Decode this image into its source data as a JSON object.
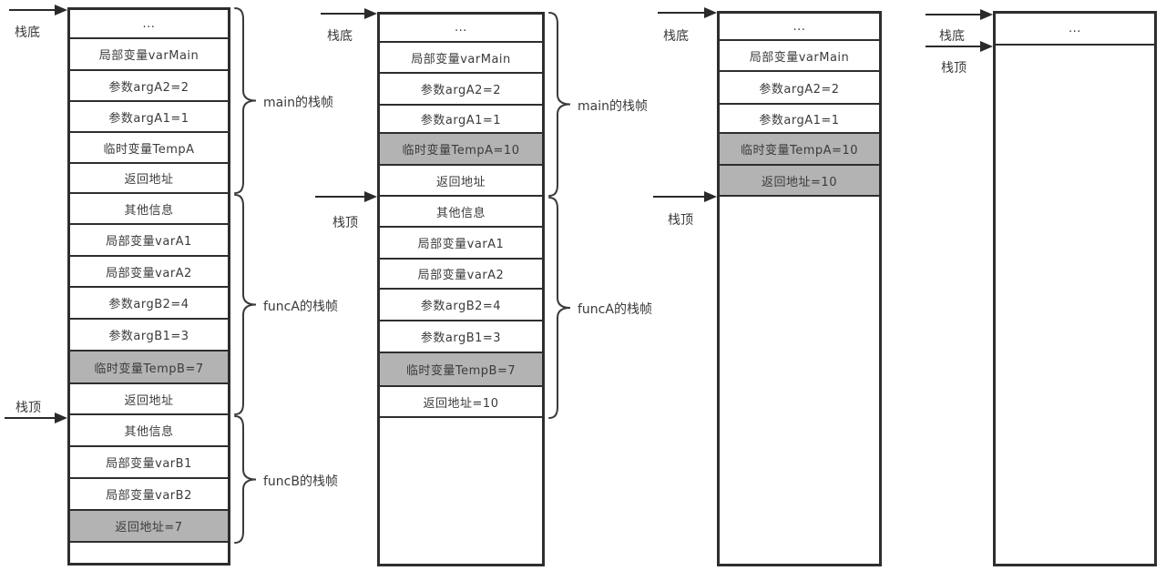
{
  "labels": {
    "stack_bottom": "栈底",
    "stack_top": "栈顶"
  },
  "colors": {
    "line": "#2e2e2e",
    "cell_highlight": "#b3b3b3",
    "background": "#ffffff",
    "text": "#3a3a3a"
  },
  "stacks": [
    {
      "name": "stage-1",
      "cells": [
        "...",
        "局部变量varMain",
        "参数argA2=2",
        "参数argA1=1",
        "临时变量TempA",
        "返回地址",
        "其他信息",
        "局部变量varA1",
        "局部变量varA2",
        "参数argB2=4",
        "参数argB1=3",
        "临时变量TempB=7",
        "返回地址",
        "其他信息",
        "局部变量varB1",
        "局部变量varB2",
        "返回地址=7",
        ""
      ],
      "highlighted_cells": [
        11,
        16
      ],
      "pointers": [
        {
          "label": "栈底"
        },
        {
          "label": "栈顶"
        }
      ],
      "braces": [
        {
          "label": "main的栈帧"
        },
        {
          "label": "funcA的栈帧"
        },
        {
          "label": "funcB的栈帧"
        }
      ]
    },
    {
      "name": "stage-2",
      "cells": [
        "...",
        "局部变量varMain",
        "参数argA2=2",
        "参数argA1=1",
        "临时变量TempA=10",
        "返回地址",
        "其他信息",
        "局部变量varA1",
        "局部变量varA2",
        "参数argB2=4",
        "参数argB1=3",
        "临时变量TempB=7",
        "返回地址=10",
        ""
      ],
      "highlighted_cells": [
        4,
        11
      ],
      "pointers": [
        {
          "label": "栈底"
        },
        {
          "label": "栈顶"
        }
      ],
      "braces": [
        {
          "label": "main的栈帧"
        },
        {
          "label": "funcA的栈帧"
        }
      ]
    },
    {
      "name": "stage-3",
      "cells": [
        "...",
        "局部变量varMain",
        "参数argA2=2",
        "参数argA1=1",
        "临时变量TempA=10",
        "返回地址=10",
        ""
      ],
      "highlighted_cells": [
        4,
        5
      ],
      "pointers": [
        {
          "label": "栈底"
        },
        {
          "label": "栈顶"
        }
      ],
      "braces": []
    },
    {
      "name": "stage-4",
      "cells": [
        "...",
        ""
      ],
      "highlighted_cells": [],
      "pointers": [
        {
          "label": "栈底"
        },
        {
          "label": "栈顶"
        }
      ],
      "braces": []
    }
  ]
}
